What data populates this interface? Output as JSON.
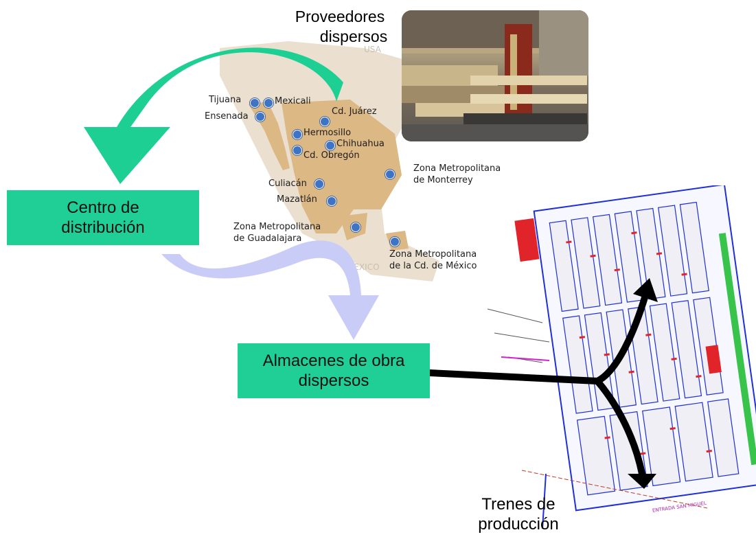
{
  "labels": {
    "proveedores": [
      "Proveedores",
      "dispersos"
    ],
    "centro": [
      "Centro de",
      "distribución"
    ],
    "almacenes": [
      "Almacenes de obra",
      "dispersos"
    ],
    "trenes": [
      "Trenes de",
      "producción"
    ]
  },
  "map": {
    "cities": [
      "Tijuana",
      "Mexicali",
      "Ensenada",
      "Cd. Juárez",
      "Hermosillo",
      "Chihuahua",
      "Cd. Obregón",
      "Culiacán",
      "Mazatlán"
    ],
    "metro": [
      [
        "Zona Metropolitana",
        "de Monterrey"
      ],
      [
        "Zona Metropolitana",
        "de Guadalajara"
      ],
      [
        "Zona Metropolitana",
        "de la Cd. de México"
      ]
    ],
    "country_labels": [
      "USA",
      "MEXICO"
    ]
  },
  "plan": {
    "street_label": "ENTRADA SAN MIGUEL"
  },
  "colors": {
    "box": "#1fcf95",
    "arrow_green": "#1ecf93",
    "arrow_lavender": "#c9ccf7",
    "map_land": "#ebe0cf",
    "map_region": "#dcb885",
    "pin": "#3f74c4",
    "plan_lines": "#1d2fd8"
  }
}
